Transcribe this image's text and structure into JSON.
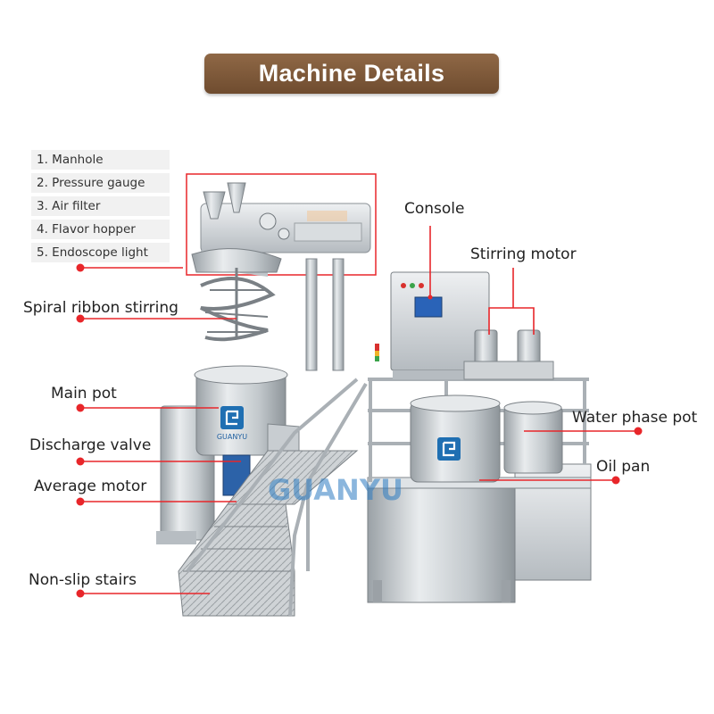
{
  "title": "Machine Details",
  "parts_list": [
    "1. Manhole",
    "2. Pressure gauge",
    "3. Air filter",
    "4. Flavor hopper",
    "5. Endoscope light"
  ],
  "callouts": {
    "console": "Console",
    "stirring_motor": "Stirring motor",
    "spiral_ribbon": "Spiral ribbon stirring",
    "main_pot": "Main pot",
    "water_phase_pot": "Water phase pot",
    "discharge_valve": "Discharge valve",
    "oil_pan": "Oil pan",
    "average_motor": "Average motor",
    "non_slip_stairs": "Non-slip stairs"
  },
  "brand": {
    "logo_text": "GUANYU",
    "watermark": "GUANYU"
  },
  "colors": {
    "banner": "#7d5a3b",
    "leader": "#e8262a",
    "steel": "#c9ced2"
  }
}
